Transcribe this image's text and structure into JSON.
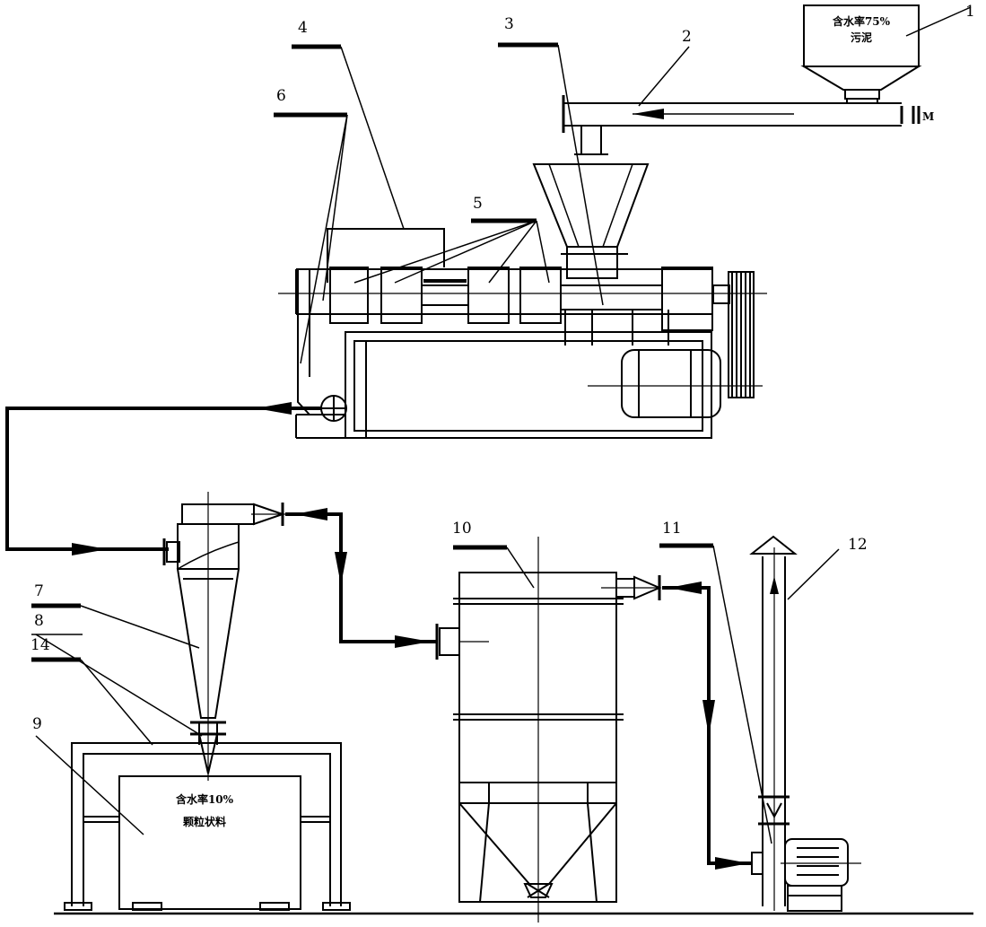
{
  "labels": {
    "l1": "1",
    "l2": "2",
    "l3": "3",
    "l4": "4",
    "l5": "5",
    "l6": "6",
    "l7": "7",
    "l8": "8",
    "l9": "9",
    "l10": "10",
    "l11": "11",
    "l12": "12",
    "l14": "14"
  },
  "hopper_text": {
    "line1": "含水率75%",
    "line2": "污泥"
  },
  "bin_text": {
    "line1": "含水率10%",
    "line2": "颗粒状料"
  },
  "motor_symbol": "M"
}
